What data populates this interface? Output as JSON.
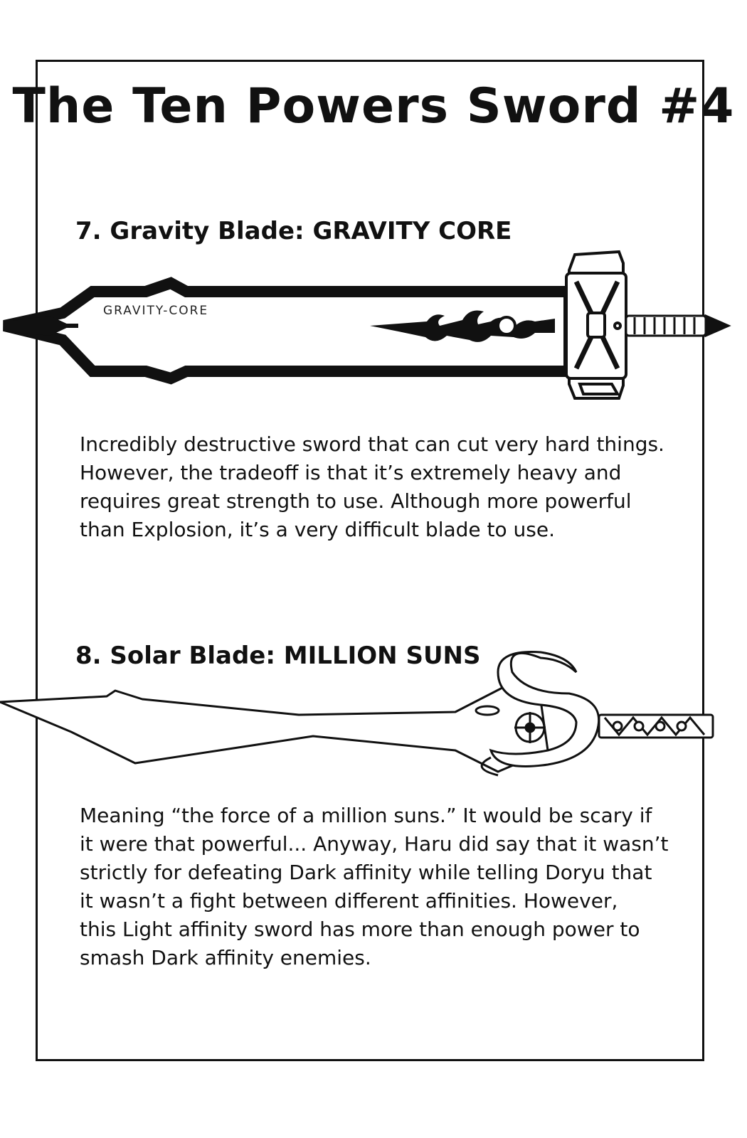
{
  "page": {
    "title": "The Ten Powers Sword #4"
  },
  "sections": [
    {
      "heading": "7. Gravity Blade: GRAVITY CORE",
      "blade_engraving": "GRAVITY-CORE",
      "description_lines": [
        "Incredibly destructive sword that can cut very hard things.",
        "However, the tradeoff is that it’s extremely heavy and",
        "requires great strength to use. Although more powerful",
        "than Explosion, it’s a very difficult blade to use."
      ]
    },
    {
      "heading": "8. Solar Blade: MILLION SUNS",
      "description_lines": [
        "Meaning “the force of a million suns.” It would be scary if",
        "it were that powerful... Anyway, Haru did say that it wasn’t",
        "strictly for defeating Dark affinity while telling Doryu that",
        "it wasn’t a fight between different affinities. However,",
        "this Light affinity sword has more than enough power to",
        "smash Dark affinity enemies."
      ]
    }
  ]
}
